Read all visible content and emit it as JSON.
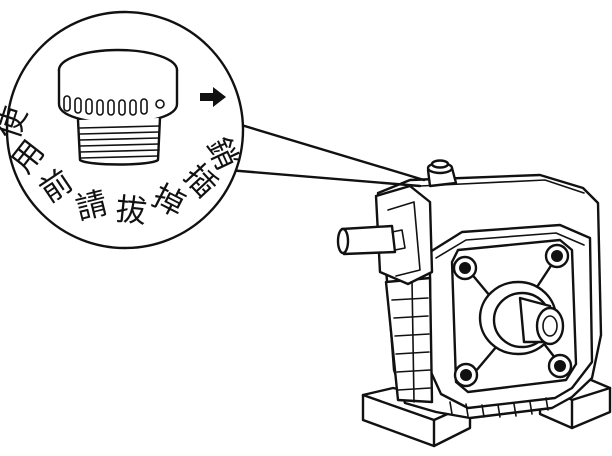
{
  "figure": {
    "callout_text": "使用前請拔掉插銷",
    "callout_chars": [
      "使",
      "用",
      "前",
      "請",
      "拔",
      "掉",
      "插",
      "銷"
    ],
    "arrow_icon": "arrow-right-icon",
    "colors": {
      "line": "#111111",
      "background": "#ffffff"
    }
  }
}
